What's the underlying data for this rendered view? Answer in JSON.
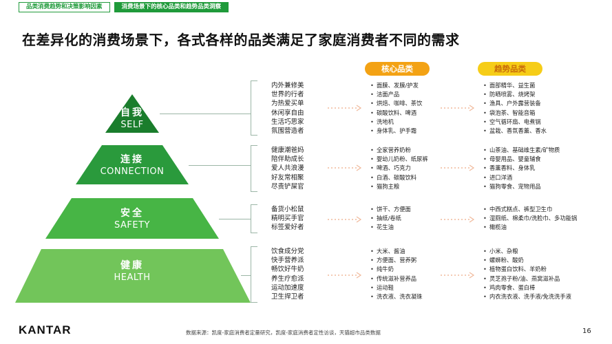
{
  "tabs": [
    {
      "label": "品类消费趋势和决策影响因素",
      "active": false
    },
    {
      "label": "消费场景下的核心品类和趋势品类洞察",
      "active": true
    }
  ],
  "headline": "在差异化的消费场景下，各式各样的品类满足了家庭消费者不同的需求",
  "columns": {
    "core": "核心品类",
    "trend": "趋势品类"
  },
  "colors": {
    "brand_green": "#1f9a3a",
    "core_orange": "#f3a214",
    "trend_yellow": "#f6cd18",
    "trend_text": "#c86a0a"
  },
  "tiers": [
    {
      "zh": "自我",
      "en": "SELF",
      "color": "#1a7d2c",
      "lifestyles": [
        "内外兼修美",
        "世界的行者",
        "为热爱买单",
        "休闲享自由",
        "生活巧思家",
        "氛围营造者"
      ],
      "core": [
        "面膜、发膜/护发",
        "洁面产品",
        "烘焙、咖啡、茶饮",
        "碳酸饮料、啤酒",
        "洗地机",
        "身体乳、护手霜"
      ],
      "trend": [
        "面部精华、益生菌",
        "防晒喷雾、烧烤架",
        "渔具、户外露营装备",
        "袋泡茶、智能音箱",
        "空气循环扇、电煮锅",
        "盆栽、香氛香薰、香水"
      ]
    },
    {
      "zh": "连接",
      "en": "CONNECTION",
      "color": "#2a9a3c",
      "lifestyles": [
        "健康潮爸妈",
        "陪伴助成长",
        "爱人共浪漫",
        "好友常相聚",
        "尽责铲屎官"
      ],
      "core": [
        "全家营养奶粉",
        "婴幼儿奶粉、纸尿裤",
        "啤酒、巧克力",
        "白酒、碳酸饮料",
        "猫狗主粮"
      ],
      "trend": [
        "山茶油、基础维生素/矿物质",
        "母婴用品、婴童辅食",
        "香薰香料、身体乳",
        "进口洋酒",
        "猫狗零食、宠物用品"
      ]
    },
    {
      "zh": "安全",
      "en": "SAFETY",
      "color": "#47b545",
      "lifestyles": [
        "备货小松鼠",
        "精明买手官",
        "标签爱好者"
      ],
      "core": [
        "饼干、方便面",
        "抽纸/卷纸",
        "花生油"
      ],
      "trend": [
        "中西式糕点、裤型卫生巾",
        "湿厕纸、棉柔巾/洗脸巾、多功能锅",
        "橄榄油"
      ]
    },
    {
      "zh": "健康",
      "en": "HEALTH",
      "color": "#72c55a",
      "lifestyles": [
        "饮食成分党",
        "快手营养派",
        "畅饮好牛奶",
        "养生疗愈派",
        "运动加速度",
        "卫生捍卫者"
      ],
      "core": [
        "大米、酱油",
        "方便面、营养粥",
        "纯牛奶",
        "传统滋补营养品",
        "运动鞋",
        "洗衣液、洗衣凝珠"
      ],
      "trend": [
        "小米、杂粮",
        "螺蛳粉、酸奶",
        "植物蛋白饮料、羊奶粉",
        "灵芝孢子粉/油、燕窝滋补品",
        "鸡肉零食、蛋白棒",
        "内衣洗衣液、洗手液/免洗洗手液"
      ]
    }
  ],
  "footer": {
    "logo": "KANTAR",
    "source": "数据来源：凯度-家庭消费者定量研究，凯度-家庭消费者定性访谈，天猫超市品类数据",
    "page": "16"
  }
}
